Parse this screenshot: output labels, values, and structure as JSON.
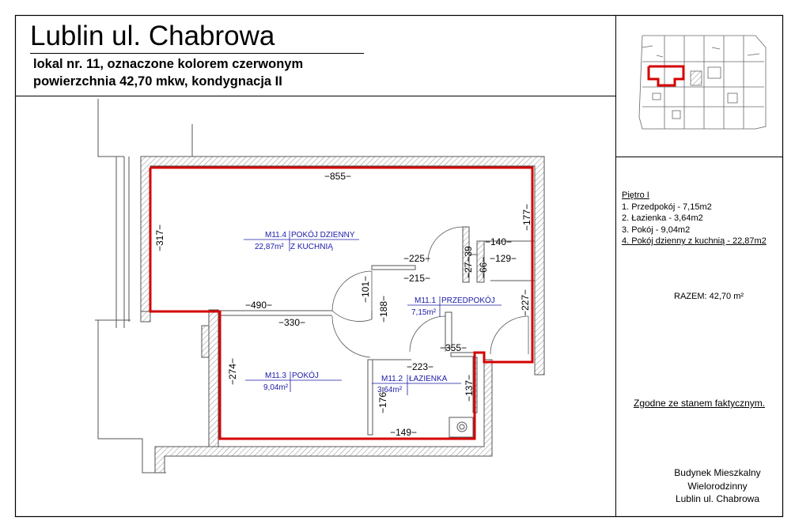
{
  "header": {
    "title": "Lublin ul. Chabrowa",
    "line1": "lokal nr. 11, oznaczone kolorem czerwonym",
    "line2": "powierzchnia 42,70 mkw, kondygnacja II"
  },
  "legend": {
    "floor": "Piętro I",
    "items": [
      "1. Przedpokój - 7,15m2",
      "2.  Łazienka - 3,64m2",
      "3. Pokój - 9,04m2",
      "4. Pokój dzienny z kuchnią - 22,87m2"
    ],
    "total": "RAZEM:  42,70 m²",
    "conformity": "Zgodne ze stanem faktycznym.",
    "building": [
      "Budynek Mieszkalny",
      "Wielorodzinny",
      "Lublin ul. Chabrowa"
    ]
  },
  "rooms": [
    {
      "code": "M11.4",
      "name": "POKÓJ DZIENNY",
      "area": "22,87m²",
      "name2": "Z KUCHNIĄ"
    },
    {
      "code": "M11.1",
      "name": "PRZEDPOKÓJ",
      "area": "7,15m²"
    },
    {
      "code": "M11.3",
      "name": "POKÓJ",
      "area": "9,04m²"
    },
    {
      "code": "M11.2",
      "name": "ŁAZIENKA",
      "area": "3,64m²"
    }
  ],
  "dimensions": {
    "d855": "−855−",
    "d317": "−317−",
    "d177": "−177−",
    "d225": "−225−",
    "d215": "−215−",
    "d140": "−140−",
    "d129": "−129−",
    "d2739": "−27−39",
    "d66": "−66−",
    "d101": "−101−",
    "d188": "−188−",
    "d490": "−490−",
    "d330": "−330−",
    "d227": "−227−",
    "d355": "−355−",
    "d223": "−223−",
    "d274": "−274−",
    "d176": "−176−",
    "d137": "−137−",
    "d149": "−149−"
  },
  "colors": {
    "outline": "#d40000",
    "labels": "#1a1aa8",
    "walls": "#555555"
  }
}
